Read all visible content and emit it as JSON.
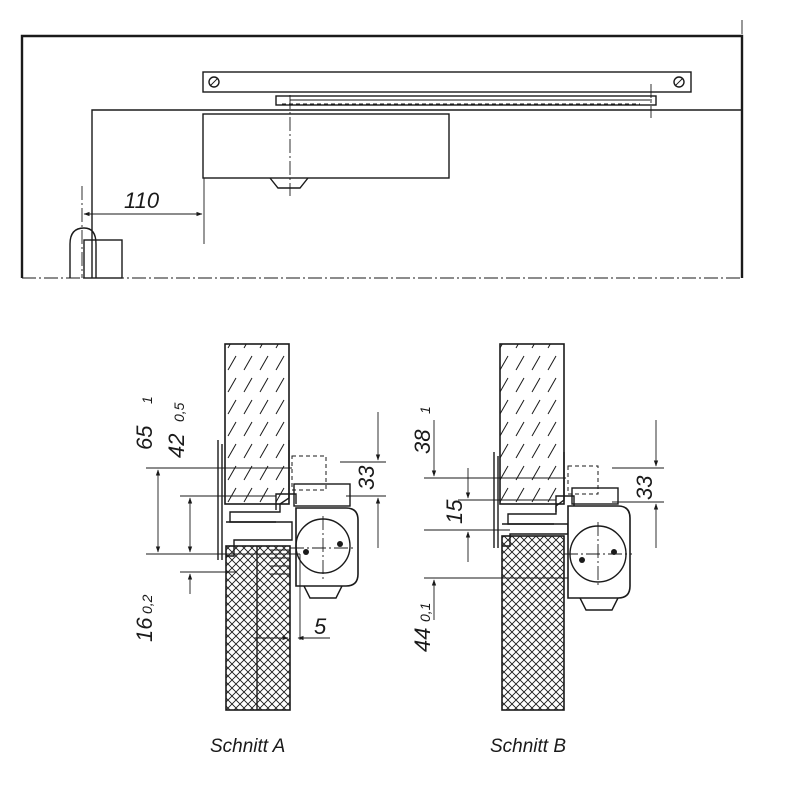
{
  "top_view": {
    "dimension_110": "110"
  },
  "section_a": {
    "caption": "Schnitt A",
    "dim_65": "65",
    "dim_65_tol": "1",
    "dim_42": "42",
    "dim_42_tol": "0,5",
    "dim_33": "33",
    "dim_16": "16",
    "dim_16_tol": "0,2",
    "dim_5": "5"
  },
  "section_b": {
    "caption": "Schnitt B",
    "dim_38": "38",
    "dim_38_tol": "1",
    "dim_15": "15",
    "dim_33": "33",
    "dim_44": "44",
    "dim_44_tol": "0,1"
  }
}
